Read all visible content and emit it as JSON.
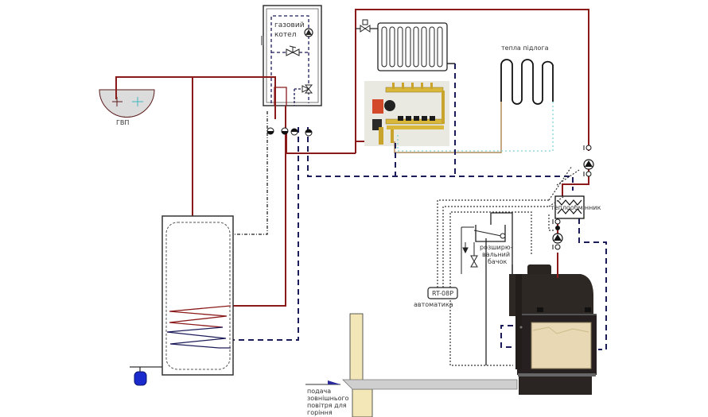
{
  "diagram": {
    "title": "",
    "colors": {
      "hot_supply": "#8b1a1a",
      "return_dashed": "#1c1c5a",
      "floor_return": "#7fd4d4",
      "floor_supply": "#b08a5a",
      "dhw_blue": "#1a2acc",
      "fireplace_body": "#2e2824",
      "fireplace_glass": "#e8d9b4",
      "wall": "#f3e7b8",
      "air_duct": "#cfcfcf"
    },
    "labels": {
      "gas_boiler_line1": "газовий",
      "gas_boiler_line2": "котел",
      "dhw": "ГВП",
      "warm_floor": "тепла підлога",
      "heat_exchanger": "теплообмінник",
      "expansion_tank_line1": "розширю-",
      "expansion_tank_line2": "вальний",
      "expansion_tank_line3": "бачок",
      "controller_model": "RT-08P",
      "automation": "автоматика",
      "air_supply_line1": "подача",
      "air_supply_line2": "зовнішнього",
      "air_supply_line3": "повітря для",
      "air_supply_line4": "горіння"
    },
    "components": [
      {
        "id": "gas-boiler",
        "name": "газовий котел"
      },
      {
        "id": "dhw-tap",
        "name": "ГВП"
      },
      {
        "id": "radiator",
        "name": "radiator"
      },
      {
        "id": "floor-manifold",
        "name": "collector with pump group"
      },
      {
        "id": "warm-floor-loop",
        "name": "тепла підлога"
      },
      {
        "id": "heat-exchanger",
        "name": "теплообмінник"
      },
      {
        "id": "expansion-tank",
        "name": "розширювальний бачок"
      },
      {
        "id": "controller",
        "name": "RT-08P автоматика"
      },
      {
        "id": "water-heater-tank",
        "name": "indirect water heater"
      },
      {
        "id": "fireplace",
        "name": "water-jacket fireplace"
      },
      {
        "id": "air-intake",
        "name": "подача зовнішнього повітря для горіння"
      }
    ]
  }
}
